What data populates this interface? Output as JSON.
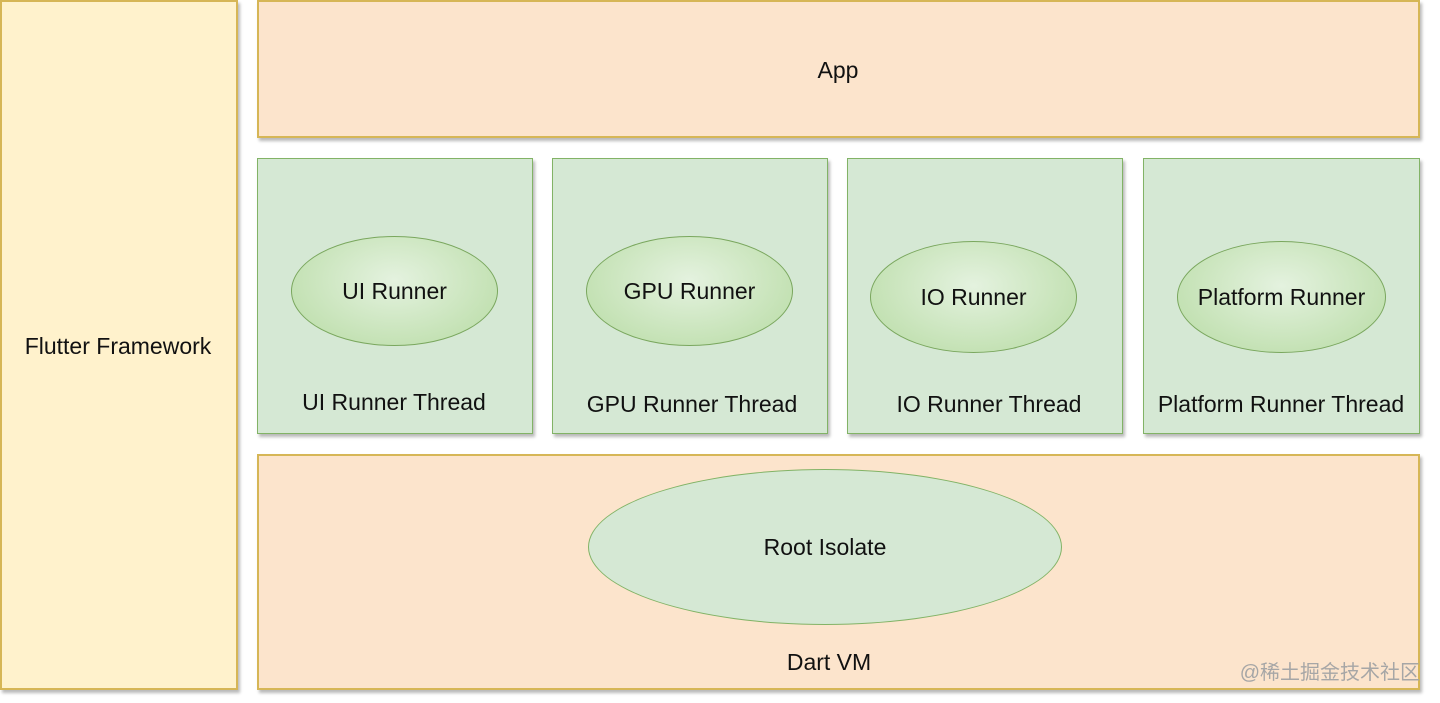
{
  "framework": {
    "label": "Flutter Framework"
  },
  "app": {
    "label": "App"
  },
  "threads": [
    {
      "runner": "UI Runner",
      "thread": "UI Runner Thread"
    },
    {
      "runner": "GPU Runner",
      "thread": "GPU Runner Thread"
    },
    {
      "runner": "IO Runner",
      "thread": "IO Runner Thread"
    },
    {
      "runner": "Platform Runner",
      "thread": "Platform Runner Thread"
    }
  ],
  "dart_vm": {
    "label": "Dart VM",
    "isolate": "Root Isolate"
  },
  "watermark": "@稀土掘金技术社区",
  "colors": {
    "framework_fill": "#fff2cc",
    "layer_fill": "#fce4cc",
    "layer_stroke": "#d6b656",
    "thread_fill": "#d5e8d4",
    "thread_stroke": "#82b366"
  }
}
